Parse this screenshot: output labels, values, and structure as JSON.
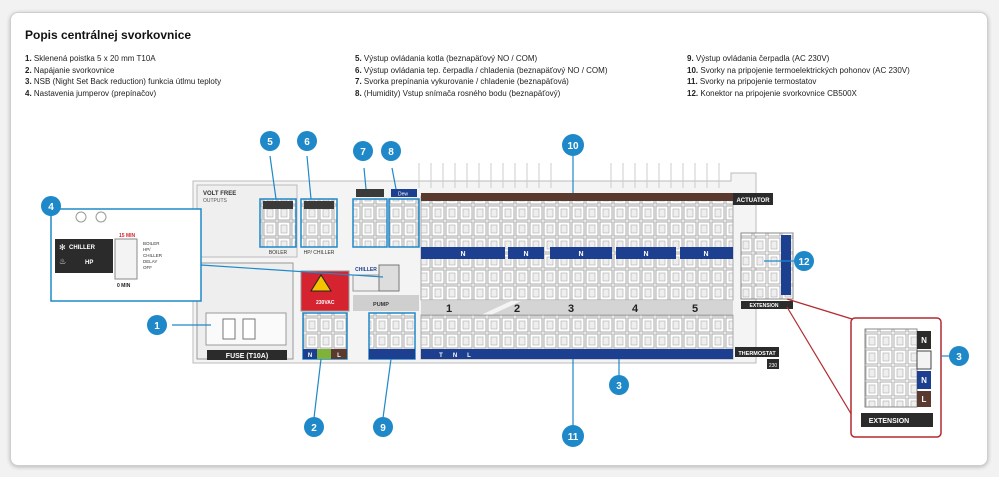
{
  "title": "Popis centrálnej svorkovnice",
  "legend": [
    [
      {
        "num": "1.",
        "text": "Sklenená poistka 5 x 20 mm T10A"
      },
      {
        "num": "2.",
        "text": "Napájanie svorkovnice"
      },
      {
        "num": "3.",
        "text": "NSB (Night Set Back reduction) funkcia útlmu teploty"
      },
      {
        "num": "4.",
        "text": "Nastavenia jumperov (prepínačov)"
      }
    ],
    [
      {
        "num": "5.",
        "text": "Výstup ovládania kotla (beznapäťový NO / COM)"
      },
      {
        "num": "6.",
        "text": "Výstup ovládania tep. čerpadla / chladenia (beznapäťový NO / COM)"
      },
      {
        "num": "7.",
        "text": "Svorka prepínania vykurovanie / chladenie (beznapäťová)"
      },
      {
        "num": "8.",
        "text": "(Humidity) Vstup snímača rosného bodu (beznapäťový)"
      }
    ],
    [
      {
        "num": "9.",
        "text": "Výstup ovládania čerpadla (AC 230V)"
      },
      {
        "num": "10.",
        "text": "Svorky na pripojenie termoelektrických pohonov (AC 230V)"
      },
      {
        "num": "11.",
        "text": "Svorky na pripojenie termostatov"
      },
      {
        "num": "12.",
        "text": "Konektor na pripojenie svorkovnice CB500X"
      }
    ]
  ],
  "board": {
    "volt_free": "VOLT FREE",
    "outputs": "OUTPUTS",
    "boiler": "BOILER",
    "hp_chiller": "HP/ CHILLER",
    "actuator": "ACTUATOR",
    "thermostat": "THERMOSTAT",
    "thermostat_badge": "230",
    "extension": "EXTENSION",
    "fuse": "FUSE (T10A)",
    "dew": "Dew",
    "chiller": "CHILLER",
    "pump": "PUMP",
    "voltage": "230VAC",
    "neutral": "N",
    "zone_numbers": [
      "1",
      "2",
      "3",
      "4",
      "5"
    ],
    "thermostat_terminals": [
      "T",
      "N",
      "L"
    ],
    "power_terminals": [
      "N",
      "L"
    ],
    "extension_terminals": [
      "N",
      "N",
      "L"
    ]
  },
  "jumper_panel": {
    "chiller_label": "CHILLER",
    "hp_label": "HP",
    "min_15": "15 MIN",
    "min_0": "0 MIN",
    "options": [
      "BOILER",
      "HP/",
      "CHILLER",
      "DELAY",
      "OFF"
    ]
  },
  "callouts": {
    "c1": "1",
    "c2": "2",
    "c3": "3",
    "c4": "4",
    "c5": "5",
    "c6": "6",
    "c7": "7",
    "c8": "8",
    "c9": "9",
    "c10": "10",
    "c11": "11",
    "c12": "12"
  },
  "colors": {
    "callout": "#1e88c9",
    "neutral_bar": "#1d3f8f",
    "actuator_bar": "#5a3a2e",
    "warning": "#d5232f",
    "zoom_frame": "#b22a30"
  }
}
